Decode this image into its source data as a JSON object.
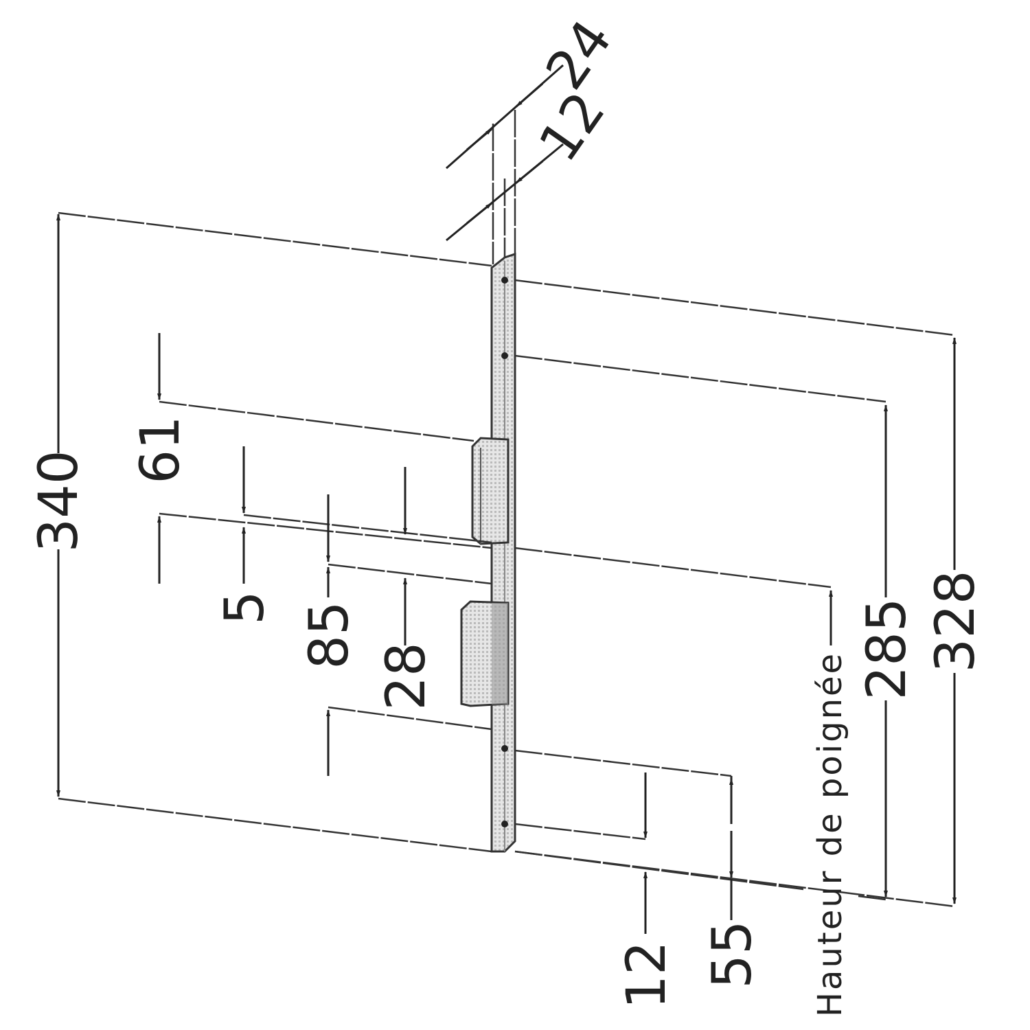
{
  "drawing": {
    "dimensions": {
      "d24": "24",
      "d12_top": "12",
      "d340": "340",
      "d328": "328",
      "d285": "285",
      "d61": "61",
      "d5": "5",
      "d85": "85",
      "d28": "28",
      "d55": "55",
      "d12_bottom": "12"
    },
    "handle_height_label": "Hauteur de poignée"
  }
}
